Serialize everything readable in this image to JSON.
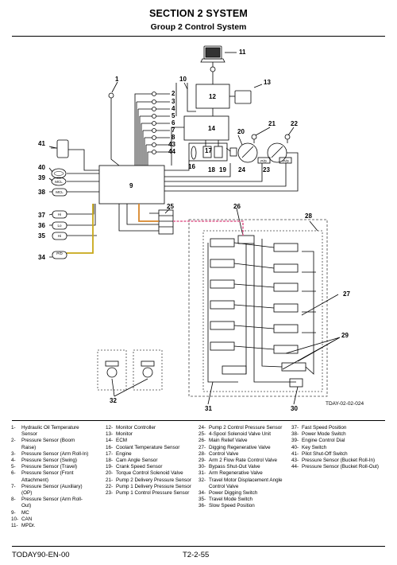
{
  "header": {
    "section": "SECTION 2 SYSTEM",
    "group": "Group 2 Control System"
  },
  "diagram": {
    "ref_code": "TDAY-02-02-024",
    "callouts": [
      "1",
      "2",
      "3",
      "4",
      "5",
      "6",
      "7",
      "8",
      "9",
      "10",
      "11",
      "12",
      "13",
      "14",
      "16",
      "17",
      "18",
      "19",
      "20",
      "21",
      "22",
      "23",
      "24",
      "25",
      "26",
      "27",
      "28",
      "29",
      "30",
      "31",
      "32",
      "34",
      "35",
      "36",
      "37",
      "38",
      "39",
      "40",
      "41",
      "43",
      "44"
    ],
    "sensor_tags": {
      "t39": "MCL",
      "t38": "MCL",
      "t37": "Hi",
      "t36": "Lo",
      "t35": "Hi",
      "t34": "P/D",
      "t24": "P/D",
      "t23": "P/D"
    }
  },
  "legend": {
    "col1": [
      {
        "n": "1-",
        "t": "Hydraulic Oil Temperature Sensor"
      },
      {
        "n": "2-",
        "t": "Pressure Sensor (Boom Raise)"
      },
      {
        "n": "3-",
        "t": "Pressure Sensor (Arm Roll-In)"
      },
      {
        "n": "4-",
        "t": "Pressure Sensor (Swing)"
      },
      {
        "n": "5-",
        "t": "Pressure Sensor (Travel)"
      },
      {
        "n": "6-",
        "t": "Pressure Sensor (Front Attachment)"
      },
      {
        "n": "7-",
        "t": "Pressure Sensor (Auxiliary) (OP)"
      },
      {
        "n": "8-",
        "t": "Pressure Sensor (Arm Roll-Out)"
      },
      {
        "n": "9-",
        "t": "MC"
      },
      {
        "n": "10-",
        "t": "CAN"
      },
      {
        "n": "11-",
        "t": "MPDr."
      }
    ],
    "col2": [
      {
        "n": "12-",
        "t": "Monitor Controller"
      },
      {
        "n": "13-",
        "t": "Monitor"
      },
      {
        "n": "14-",
        "t": "ECM"
      },
      {
        "n": "16-",
        "t": "Coolant Temperature Sensor"
      },
      {
        "n": "17-",
        "t": "Engine"
      },
      {
        "n": "18-",
        "t": "Cam Angle Sensor"
      },
      {
        "n": "19-",
        "t": "Crank Speed Sensor"
      },
      {
        "n": "20-",
        "t": "Torque Control Solenoid Valve"
      },
      {
        "n": "21-",
        "t": "Pump 2 Delivery Pressure Sensor"
      },
      {
        "n": "22-",
        "t": "Pump 1 Delivery Pressure Sensor"
      },
      {
        "n": "23-",
        "t": "Pump 1 Control Pressure Sensor"
      }
    ],
    "col3": [
      {
        "n": "24-",
        "t": "Pump 2 Control Pressure Sensor"
      },
      {
        "n": "25-",
        "t": "4-Spool Solenoid Valve Unit"
      },
      {
        "n": "26-",
        "t": "Main Relief Valve"
      },
      {
        "n": "27-",
        "t": "Digging Regenerative Valve"
      },
      {
        "n": "28-",
        "t": "Control Valve"
      },
      {
        "n": "29-",
        "t": "Arm 2 Flow Rate Control Valve"
      },
      {
        "n": "30-",
        "t": "Bypass Shut-Out Valve"
      },
      {
        "n": "31-",
        "t": "Arm Regenerative Valve"
      },
      {
        "n": "32-",
        "t": "Travel Motor Displacement Angle Control Valve"
      },
      {
        "n": "34-",
        "t": "Power Digging Switch"
      },
      {
        "n": "35-",
        "t": "Travel Mode Switch"
      },
      {
        "n": "36-",
        "t": "Slow Speed Position"
      }
    ],
    "col4": [
      {
        "n": "37-",
        "t": "Fast Speed Position"
      },
      {
        "n": "38-",
        "t": "Power Mode Switch"
      },
      {
        "n": "39-",
        "t": "Engine Control Dial"
      },
      {
        "n": "40-",
        "t": "Key Switch"
      },
      {
        "n": "41-",
        "t": "Pilot Shut-Off Switch"
      },
      {
        "n": "43-",
        "t": "Pressure Sensor (Bucket Roll-In)"
      },
      {
        "n": "44-",
        "t": "Pressure Sensor (Bucket Roll-Out)"
      }
    ]
  },
  "footer": {
    "doc_id": "TODAY90-EN-00",
    "page": "T2-2-55"
  },
  "colors": {
    "line": "#000000",
    "orange": "#d8862a",
    "yellow": "#c8a818",
    "pink": "#e06090",
    "dash": "#444444"
  }
}
